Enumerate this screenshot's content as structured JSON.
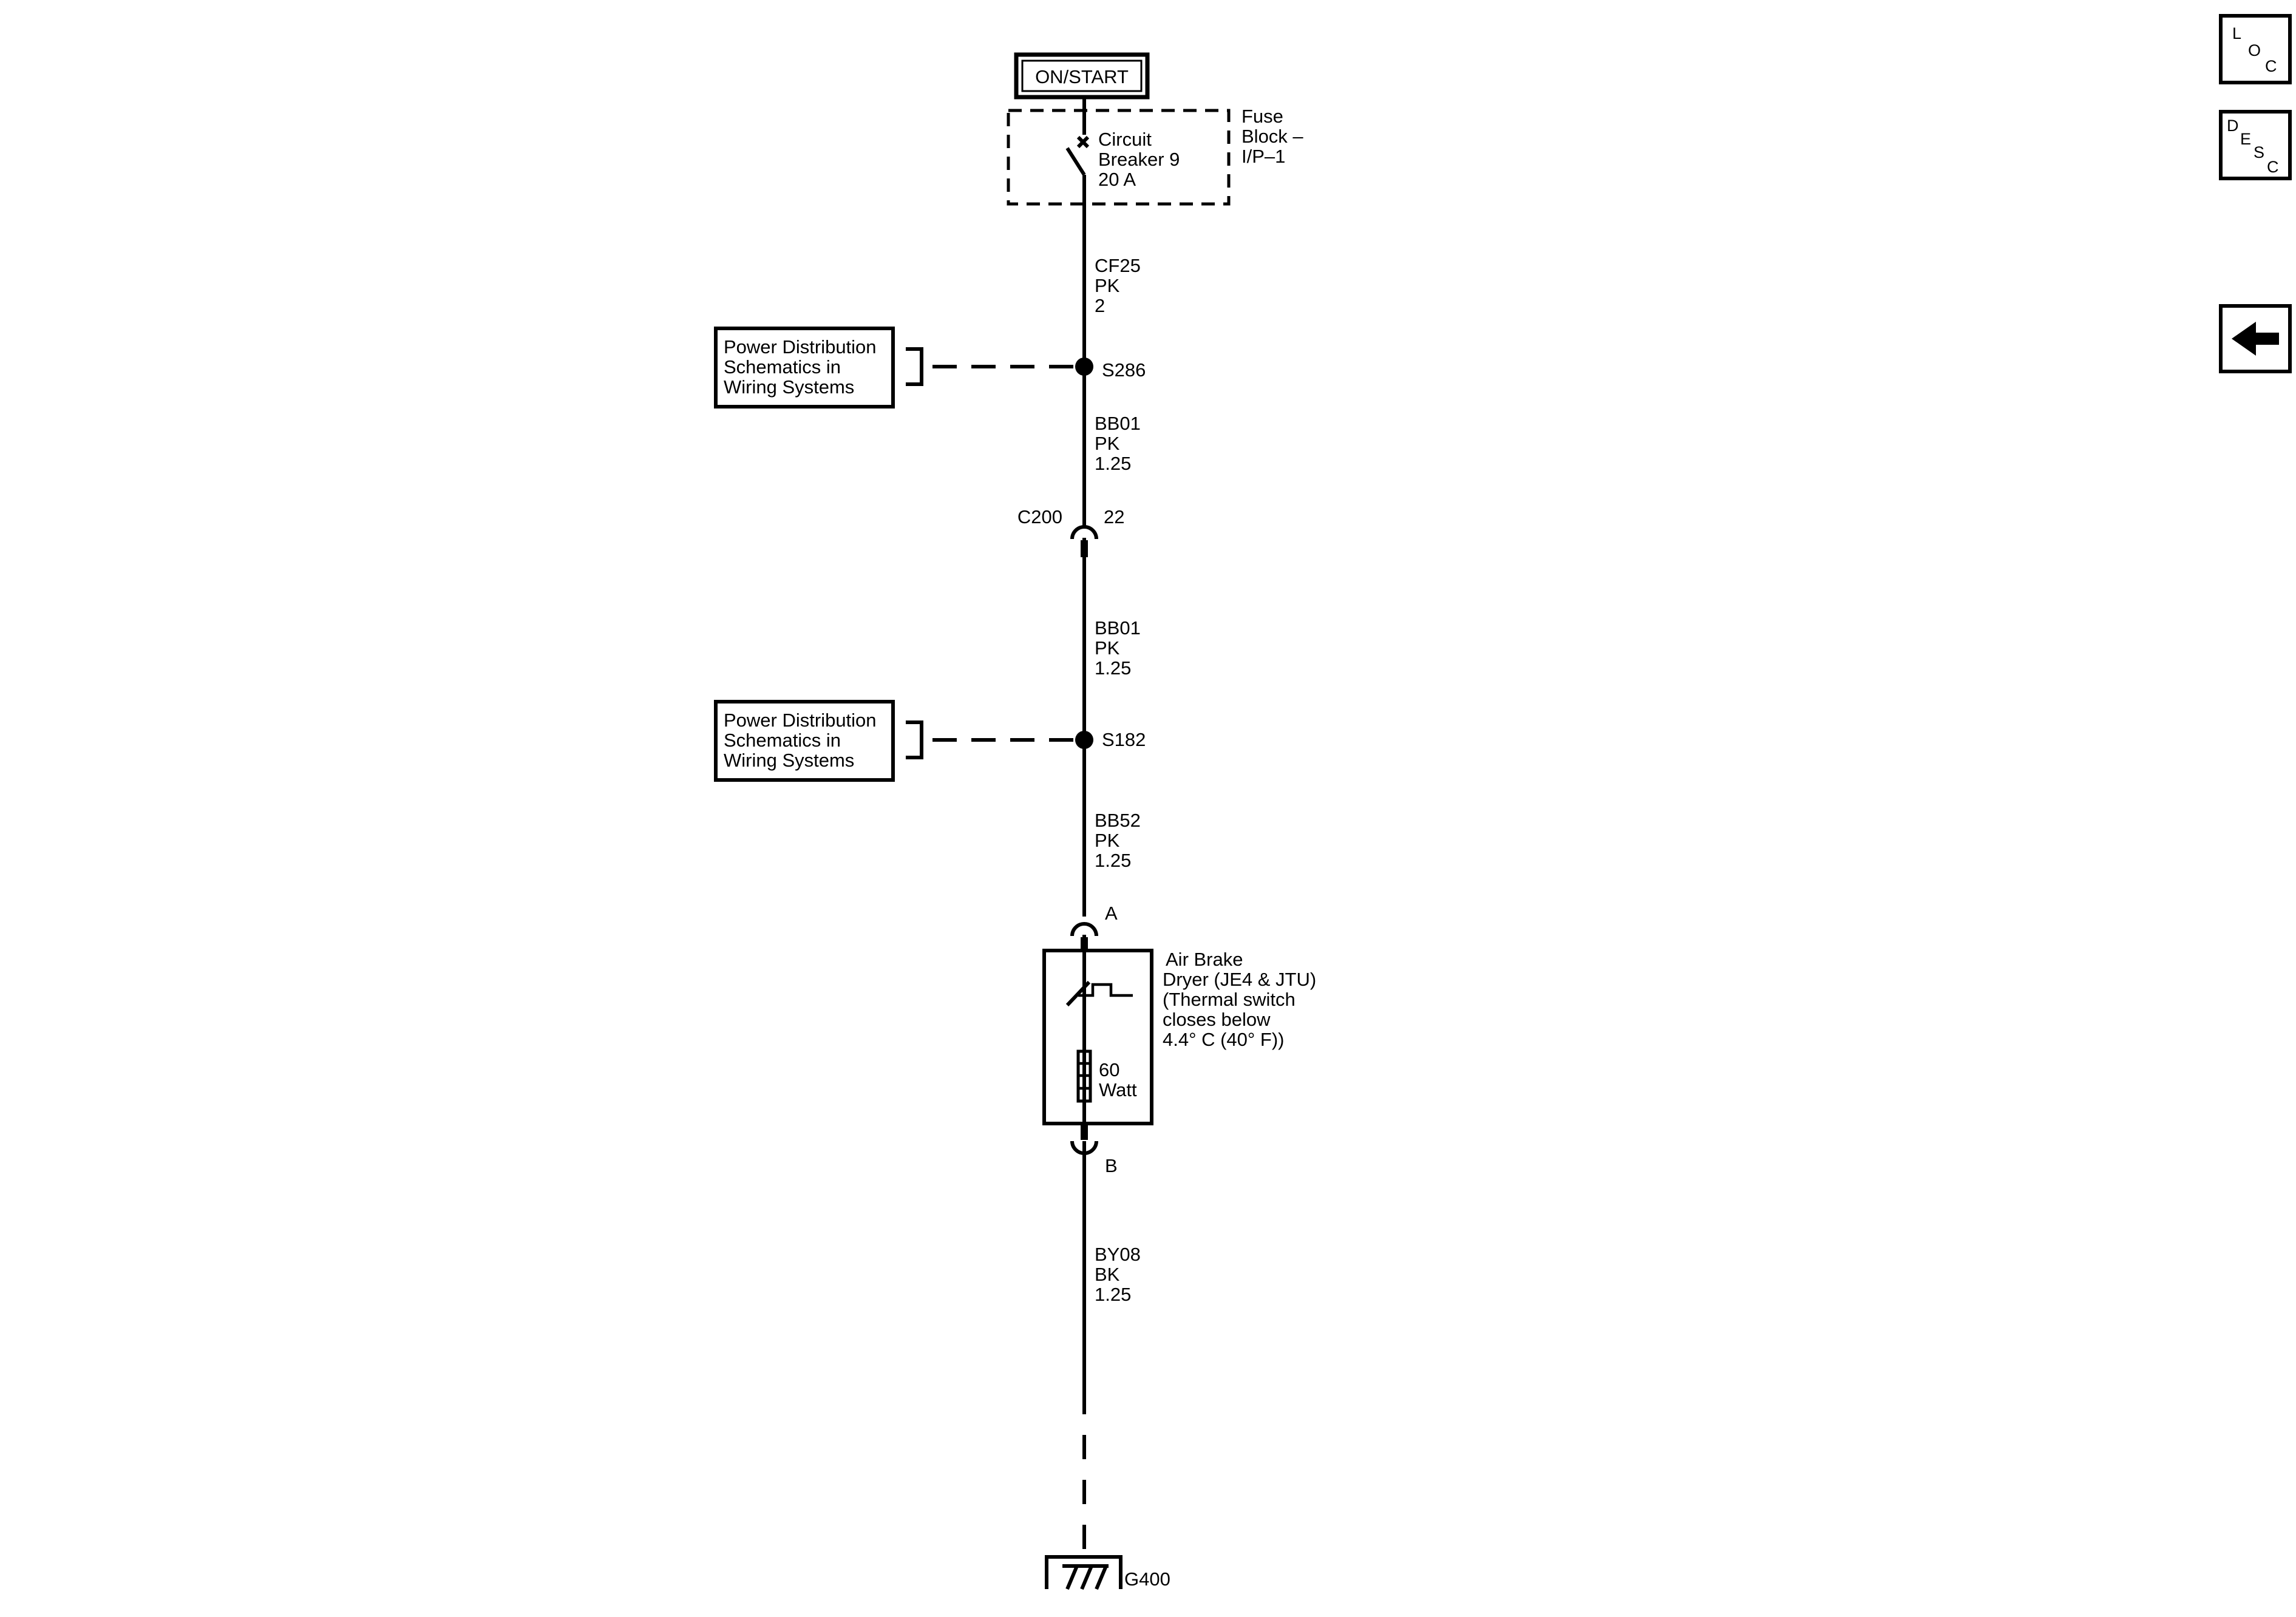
{
  "power_source": {
    "label": "ON/START"
  },
  "fuse_block": {
    "label_lines": [
      "Fuse",
      "Block –",
      "I/P–1"
    ],
    "breaker_lines": [
      "Circuit",
      "Breaker 9",
      "20 A"
    ]
  },
  "wires": [
    {
      "lines": [
        "CF25",
        "PK",
        "2"
      ]
    },
    {
      "lines": [
        "BB01",
        "PK",
        "1.25"
      ]
    },
    {
      "lines": [
        "BB01",
        "PK",
        "1.25"
      ]
    },
    {
      "lines": [
        "BB52",
        "PK",
        "1.25"
      ]
    },
    {
      "lines": [
        "BY08",
        "BK",
        "1.25"
      ]
    }
  ],
  "splices": [
    {
      "id": "S286",
      "ref_lines": [
        "Power Distribution",
        "Schematics in",
        "Wiring Systems"
      ]
    },
    {
      "id": "S182",
      "ref_lines": [
        "Power Distribution",
        "Schematics in",
        "Wiring Systems"
      ]
    }
  ],
  "connector_c200": {
    "id": "C200",
    "pin": "22"
  },
  "component": {
    "pin_top": "A",
    "pin_bottom": "B",
    "label_lines": [
      "Air Brake",
      "Dryer (JE4 & JTU)",
      "(Thermal switch",
      "closes below",
      "4.4° C (40° F))"
    ],
    "heater_lines": [
      "60",
      "Watt"
    ]
  },
  "ground": {
    "id": "G400"
  },
  "side_buttons": {
    "loc": [
      "L",
      "O",
      "C"
    ],
    "desc": [
      "D",
      "E",
      "S",
      "C"
    ],
    "back_icon": "left-arrow-icon"
  }
}
